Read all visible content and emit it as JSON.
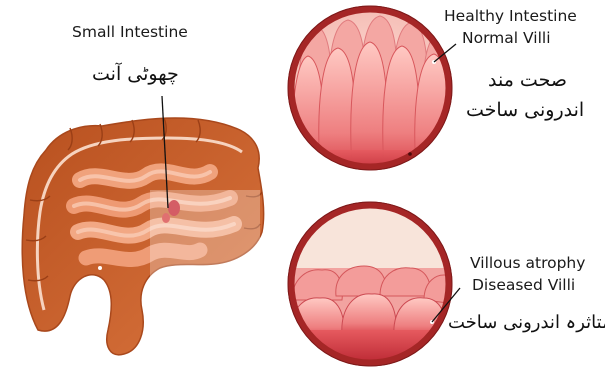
{
  "small_intestine": {
    "label_en": "Small Intestine",
    "label_ur": "چھوٹی آنت"
  },
  "healthy": {
    "title": "Healthy Intestine",
    "subtitle": "Normal Villi",
    "ur_line1": "صحت مند",
    "ur_line2": "اندرونی ساخت"
  },
  "diseased": {
    "title": "Villous atrophy",
    "subtitle": "Diseased Villi",
    "ur_line1": "متاثرہ اندرونی ساخت"
  },
  "colors": {
    "colon": "#c9602b",
    "small_intestine": "#f2a07b",
    "villi": "#ef8d8d",
    "circle_border": "#a52626"
  }
}
